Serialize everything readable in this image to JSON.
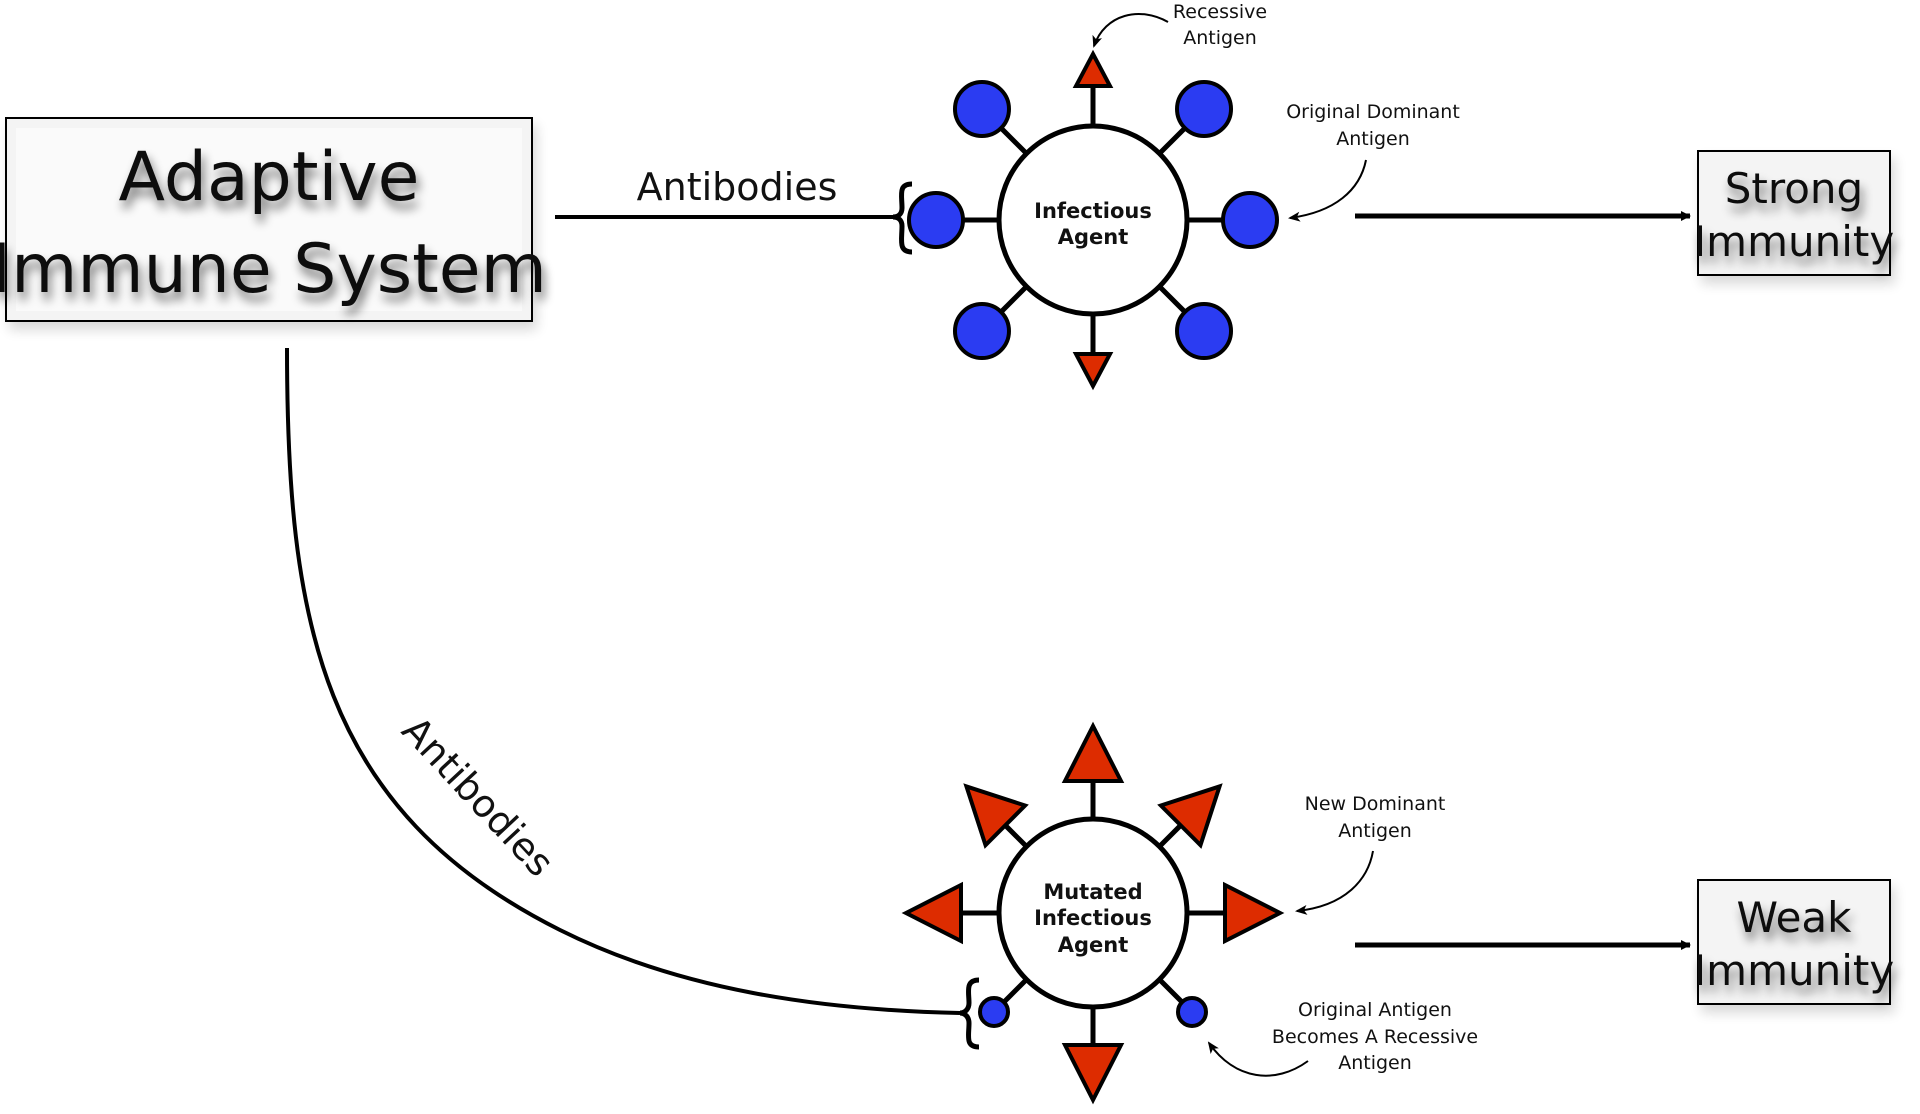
{
  "colors": {
    "antigen_blue": "#2b3cf2",
    "antigen_red": "#dd2c00",
    "stroke": "#000000",
    "box_fill": "#f4f4f4"
  },
  "source_box": {
    "line1": "Adaptive",
    "line2": "Immune System"
  },
  "top_path": {
    "connector_label": "Antibodies",
    "agent": {
      "line1": "Infectious",
      "line2": "Agent"
    },
    "recessive_note": {
      "line1": "Recessive",
      "line2": "Antigen"
    },
    "dominant_note": {
      "line1": "Original Dominant",
      "line2": "Antigen"
    },
    "outcome": {
      "line1": "Strong",
      "line2": "Immunity"
    }
  },
  "bottom_path": {
    "connector_label": "Antibodies",
    "agent": {
      "line1": "Mutated",
      "line2": "Infectious",
      "line3": "Agent"
    },
    "dominant_note": {
      "line1": "New Dominant",
      "line2": "Antigen"
    },
    "recessive_note": {
      "line1": "Original Antigen",
      "line2": "Becomes A Recessive",
      "line3": "Antigen"
    },
    "outcome": {
      "line1": "Weak",
      "line2": "Immunity"
    }
  }
}
